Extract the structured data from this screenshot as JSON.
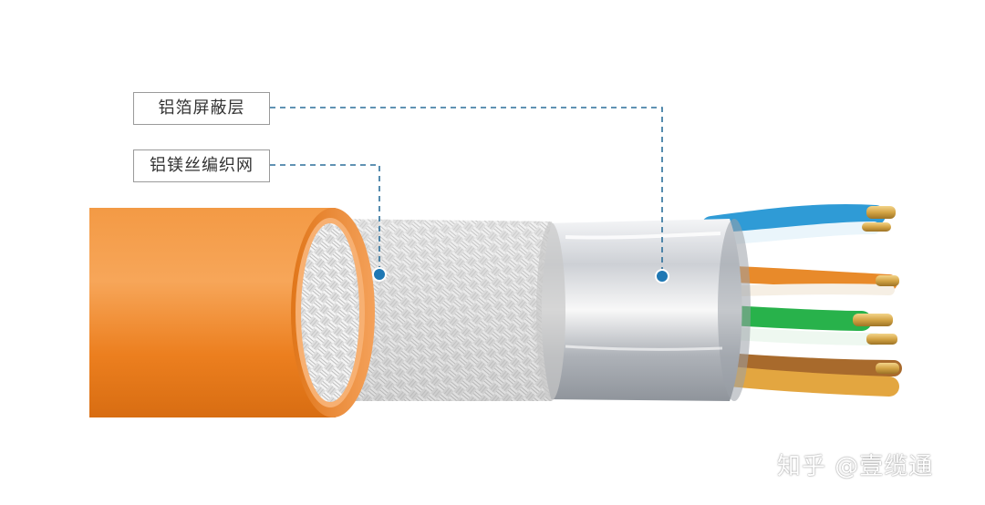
{
  "callouts": {
    "foil_shield": "铝箔屏蔽层",
    "braid_shield": "铝镁丝编织网"
  },
  "watermark": "知乎 @壹缆通",
  "colors": {
    "jacket": "#f08a2c",
    "jacket_dark": "#d86d12",
    "braid": "#d9d9d9",
    "foil": "#c9ccd1",
    "leader_line": "#2c6f9a",
    "marker_dot": "#1f78b4",
    "wire_blue": "#2f9bd6",
    "wire_green": "#28b24b",
    "wire_orange": "#e88a2a",
    "wire_brown": "#a86a2c",
    "copper": "#d4a445"
  }
}
